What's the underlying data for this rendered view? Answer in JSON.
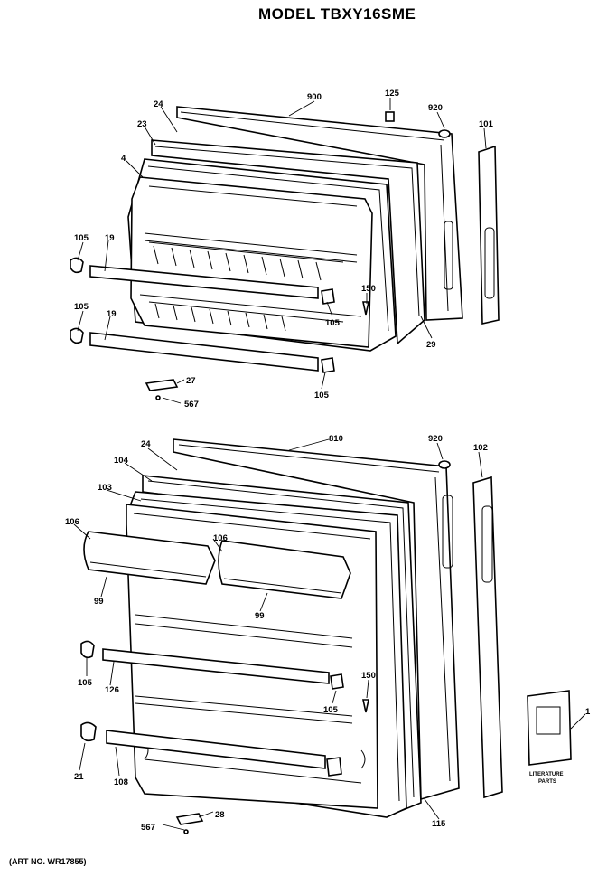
{
  "title": "MODEL TBXY16SME",
  "art_number": "(ART NO. WR17855)",
  "callouts": {
    "fz_outer_door": "900",
    "fz_hinge_pin": "125",
    "fz_plug": "920",
    "fz_handle": "101",
    "fz_gasket_top": "24",
    "fz_liner": "23",
    "fz_door_liner": "4",
    "fz_hinge_top_l": "105",
    "fz_shelf_top": "19",
    "fz_hinge_top_l2": "105",
    "fz_shelf_bottom": "19",
    "fz_stop": "150",
    "fz_hinge_mid_r": "105",
    "fz_gasket_side": "29",
    "fz_bracket": "27",
    "fz_screw": "567",
    "fz_hinge_bottom_r": "105",
    "ff_outer_door": "810",
    "ff_plug": "920",
    "ff_handle": "102",
    "ff_gasket_top": "24",
    "ff_door_liner": "104",
    "ff_inner_liner": "103",
    "ff_bin_left": "106",
    "ff_bin_right": "106",
    "ff_bin_cover_left": "99",
    "ff_bin_cover_right": "99",
    "ff_hinge_left": "105",
    "ff_shelf_mid": "126",
    "ff_stop": "150",
    "ff_hinge_right": "105",
    "ff_hinge_bottom_left": "21",
    "ff_shelf_bottom": "108",
    "ff_bracket": "28",
    "ff_screw": "567",
    "ff_gasket_side": "115",
    "literature_num": "1"
  },
  "literature": {
    "line1": "LITERATURE",
    "line2": "PARTS"
  }
}
